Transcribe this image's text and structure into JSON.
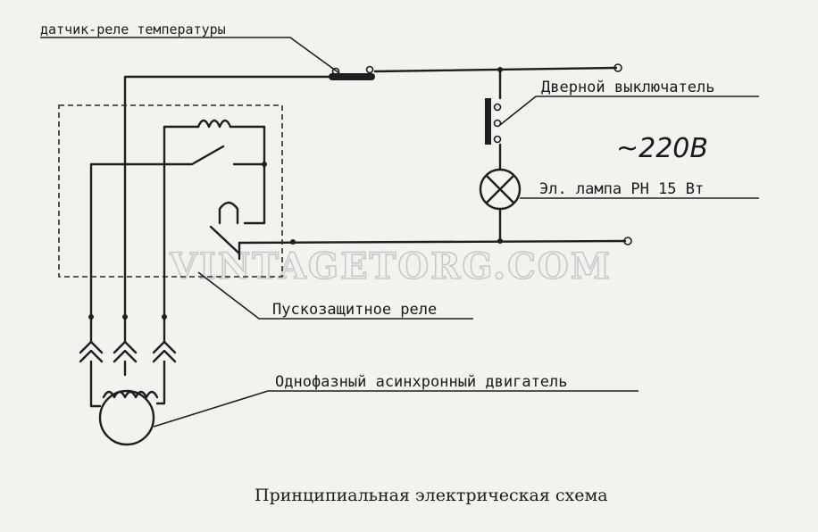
{
  "labels": {
    "temp_relay": "датчик-реле температуры",
    "door_switch": "Дверной выключатель",
    "voltage": "~220В",
    "lamp": "Эл. лампа РН 15 Вт",
    "start_relay": "Пускозащитное реле",
    "motor": "Однофазный асинхронный двигатель"
  },
  "caption": "Принципиальная электрическая схема",
  "watermark": "VINTAGETORG.COM"
}
